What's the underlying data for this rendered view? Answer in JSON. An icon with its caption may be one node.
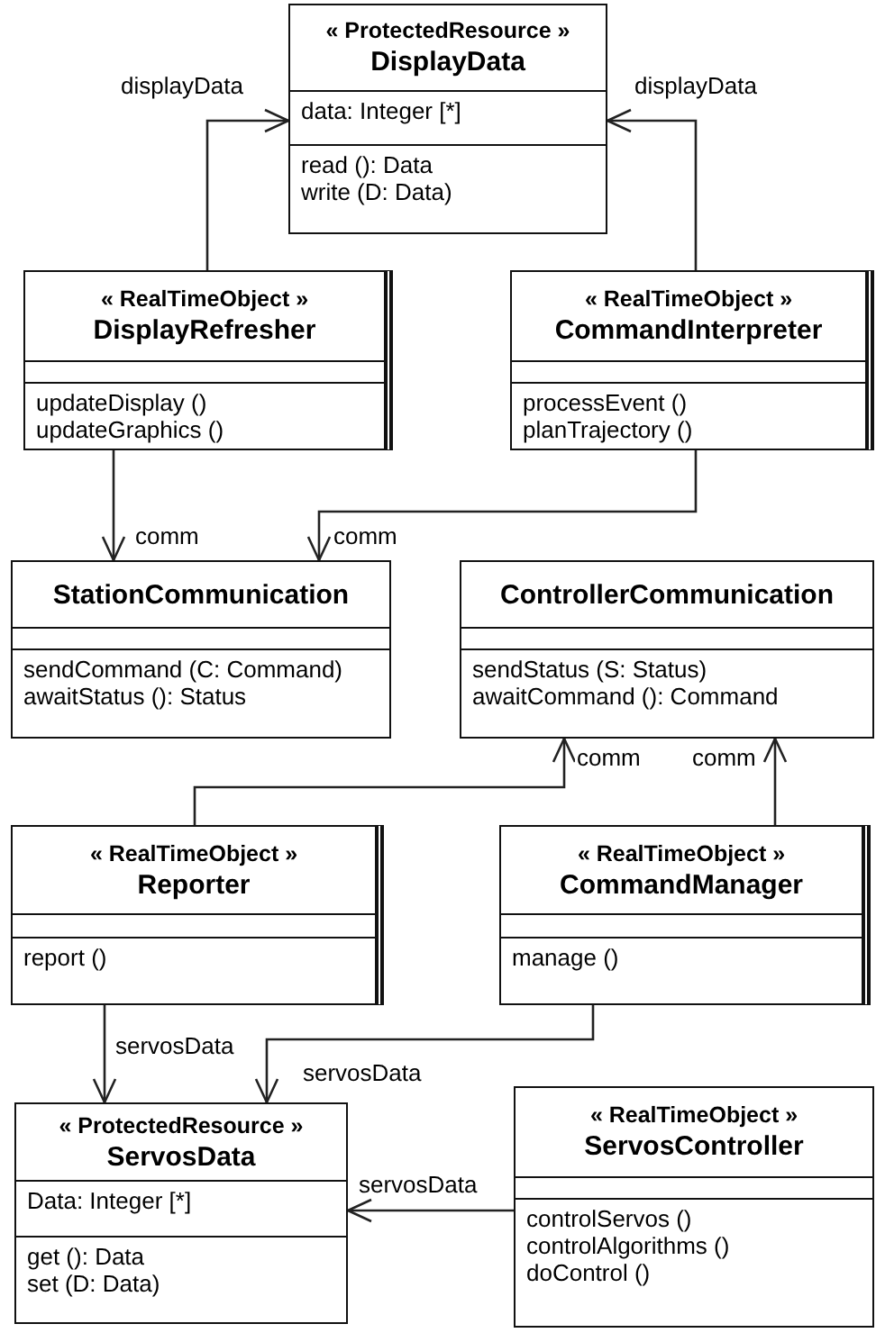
{
  "diagram": {
    "nodes": [
      {
        "text": [
          "« ProtectedResource »",
          "DisplayData",
          "data: Integer [*]",
          "read (): Data",
          "write (D: Data)"
        ]
      },
      {
        "text": [
          "« RealTimeObject »",
          "DisplayRefresher",
          "updateDisplay ()",
          "updateGraphics ()"
        ]
      },
      {
        "text": [
          "« RealTimeObject »",
          "CommandInterpreter",
          "processEvent ()",
          "planTrajectory ()"
        ]
      },
      {
        "text": [
          "StationCommunication",
          "sendCommand (C: Command)",
          "awaitStatus (): Status"
        ]
      },
      {
        "text": [
          "ControllerCommunication",
          "sendStatus (S: Status)",
          "awaitCommand (): Command"
        ]
      },
      {
        "text": [
          "« RealTimeObject »",
          "Reporter",
          "report ()"
        ]
      },
      {
        "text": [
          "« RealTimeObject »",
          "CommandManager",
          "manage ()"
        ]
      },
      {
        "text": [
          "« ProtectedResource »",
          "ServosData",
          "Data: Integer [*]",
          "get (): Data",
          "set (D: Data)"
        ]
      },
      {
        "text": [
          "« RealTimeObject »",
          "ServosController",
          "controlServos ()",
          "controlAlgorithms ()",
          "doControl ()"
        ]
      }
    ],
    "edges": [
      {
        "from": 1,
        "to": 0,
        "arrow": "to",
        "label": "displayData"
      },
      {
        "from": 2,
        "to": 0,
        "arrow": "to",
        "label": "displayData"
      },
      {
        "from": 1,
        "to": 3,
        "arrow": "to",
        "label": "comm"
      },
      {
        "from": 2,
        "to": 3,
        "arrow": "to",
        "label": "comm"
      },
      {
        "from": 5,
        "to": 4,
        "arrow": "to",
        "label": "comm"
      },
      {
        "from": 6,
        "to": 4,
        "arrow": "to",
        "label": "comm"
      },
      {
        "from": 5,
        "to": 7,
        "arrow": "to",
        "label": "servosData"
      },
      {
        "from": 6,
        "to": 7,
        "arrow": "to",
        "label": "servosData"
      },
      {
        "from": 8,
        "to": 7,
        "arrow": "to",
        "label": "servosData"
      }
    ]
  }
}
